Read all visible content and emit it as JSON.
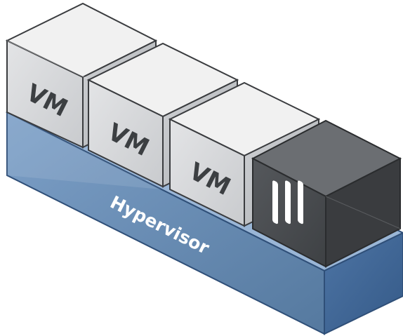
{
  "diagram": {
    "hypervisor": {
      "label": "Hypervisor"
    },
    "vms": [
      {
        "label": "VM"
      },
      {
        "label": "VM"
      },
      {
        "label": "VM"
      }
    ],
    "management_cube": {
      "icon": "three-bars-icon"
    }
  },
  "colors": {
    "hypervisor_front": "#5f84b3",
    "hypervisor_top": "#9ab6d6",
    "hypervisor_right": "#3f6596",
    "vm_front": "#d7d8da",
    "vm_top": "#f1f1f1",
    "vm_right": "#bfc1c4",
    "vm_text": "#3c3f42",
    "dark_front": "#4a4d51",
    "dark_top": "#6b6e72",
    "dark_right": "#383a3d"
  }
}
